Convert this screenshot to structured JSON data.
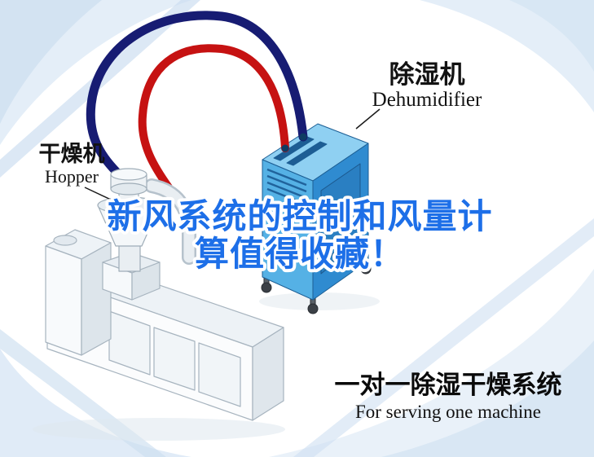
{
  "poster": {
    "title_line1": "新风系统的控制和风量计",
    "title_line2": "算值得收藏！",
    "dehumidifier_label_zh": "除湿机",
    "dehumidifier_label_en": "Dehumidifier",
    "hopper_label_zh": "干燥机",
    "hopper_label_en": "Hopper",
    "caption_zh": "一对一除湿干燥系统",
    "caption_en": "For serving one machine"
  },
  "colors": {
    "title_blue": "#1d6fe8",
    "pipe_red": "#c61212",
    "pipe_navy": "#171c73",
    "dehumidifier_blue": "#55b1e5",
    "swoosh_blue": "#dce9f5"
  }
}
